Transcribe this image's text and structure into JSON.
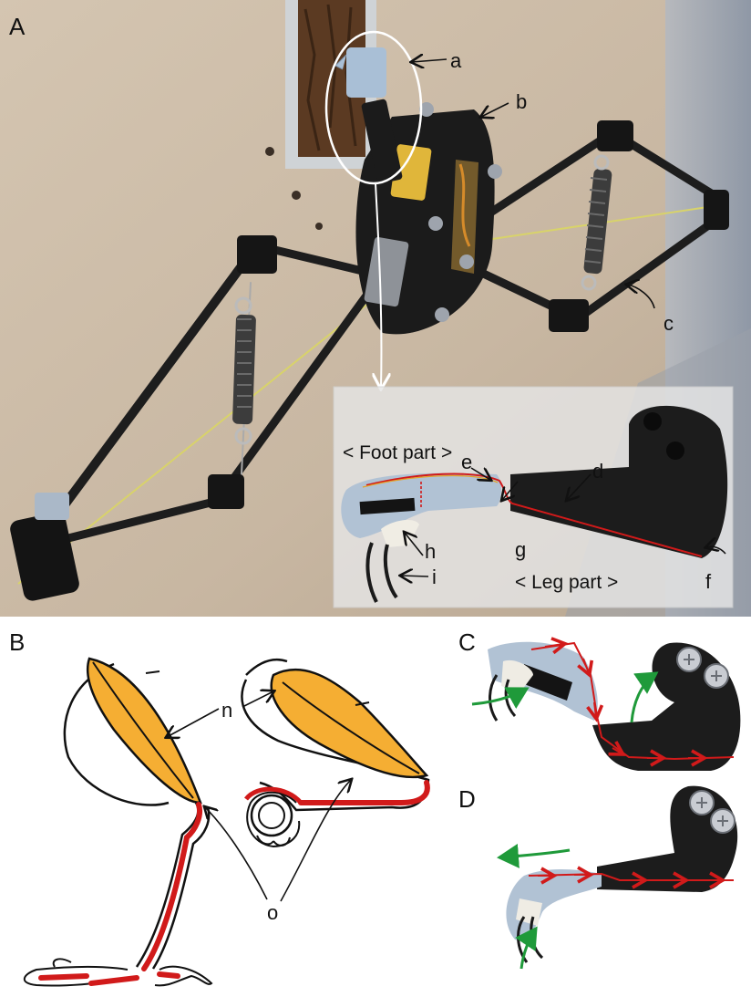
{
  "panels": {
    "A": "A",
    "B": "B",
    "C": "C",
    "D": "D"
  },
  "labels": {
    "a": "a",
    "b": "b",
    "c": "c",
    "d": "d",
    "e": "e",
    "f": "f",
    "g": "g",
    "h": "h",
    "i": "i",
    "n": "n",
    "o": "o"
  },
  "inset": {
    "foot_part": "< Foot part >",
    "leg_part": "< Leg part >"
  },
  "colors": {
    "photo_wall": "#c9b9a6",
    "robot_body": "#1c1c1c",
    "foot_blue": "#a9b9cc",
    "tendon_red": "#d11a1a",
    "muscle_orange": "#f5ae33",
    "arrow_green": "#1f9a3a",
    "spring_yellow": "#d8d36a"
  }
}
